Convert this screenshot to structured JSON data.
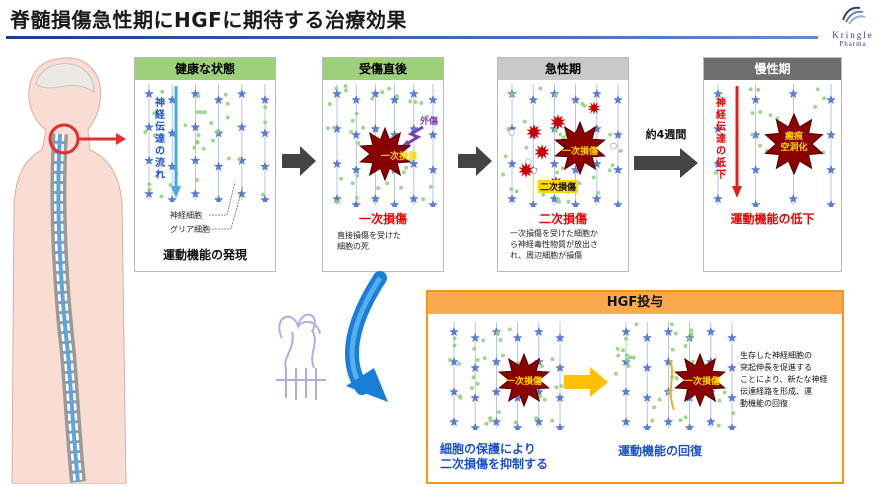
{
  "title": "脊髄損傷急性期にHGFに期待する治療効果",
  "logo": {
    "name": "Kringle",
    "sub": "Pharma"
  },
  "panels": {
    "healthy": {
      "header": "健康な状態",
      "flow_label": "神経伝達の流れ",
      "neuron_label": "神経細胞",
      "glia_label": "グリア細胞",
      "caption": "運動機能の発現",
      "header_color": "#9dd07a"
    },
    "injury": {
      "header": "受傷直後",
      "trauma_label": "外傷",
      "burst_label": "一次損傷",
      "caption": "一次損傷",
      "note": "直接損傷を受けた\n細胞の死",
      "header_color": "#9dd07a"
    },
    "acute": {
      "header": "急性期",
      "burst_label": "一次損傷",
      "secondary_label": "二次損傷",
      "caption": "二次損傷",
      "note": "一次損傷を受けた細胞か\nら神経毒性物質が放出さ\nれ、周辺細胞が損傷",
      "header_color": "#c9c9c9"
    },
    "chronic": {
      "header": "慢性期",
      "flow_label": "神経伝達の低下",
      "burst_label": "瘢痕\n空洞化",
      "caption": "運動機能の低下",
      "header_color": "#6e6e6e"
    }
  },
  "weeks_label": "約4週間",
  "hgf": {
    "header": "HGF投与",
    "burst_label": "一次損傷",
    "caption_left": "細胞の保護により\n二次損傷を抑制する",
    "caption_right": "運動機能の回復",
    "note": "生存した神経細胞の\n突起伸長を促進する\nことにより、新たな神経\n伝達経路を形成、運\n動機能の回復"
  },
  "colors": {
    "blue_text": "#1a4fd0",
    "red_text": "#e00000",
    "orange": "#f0961e",
    "neuron": "#5b7fd8",
    "glia": "#7cc96a"
  }
}
